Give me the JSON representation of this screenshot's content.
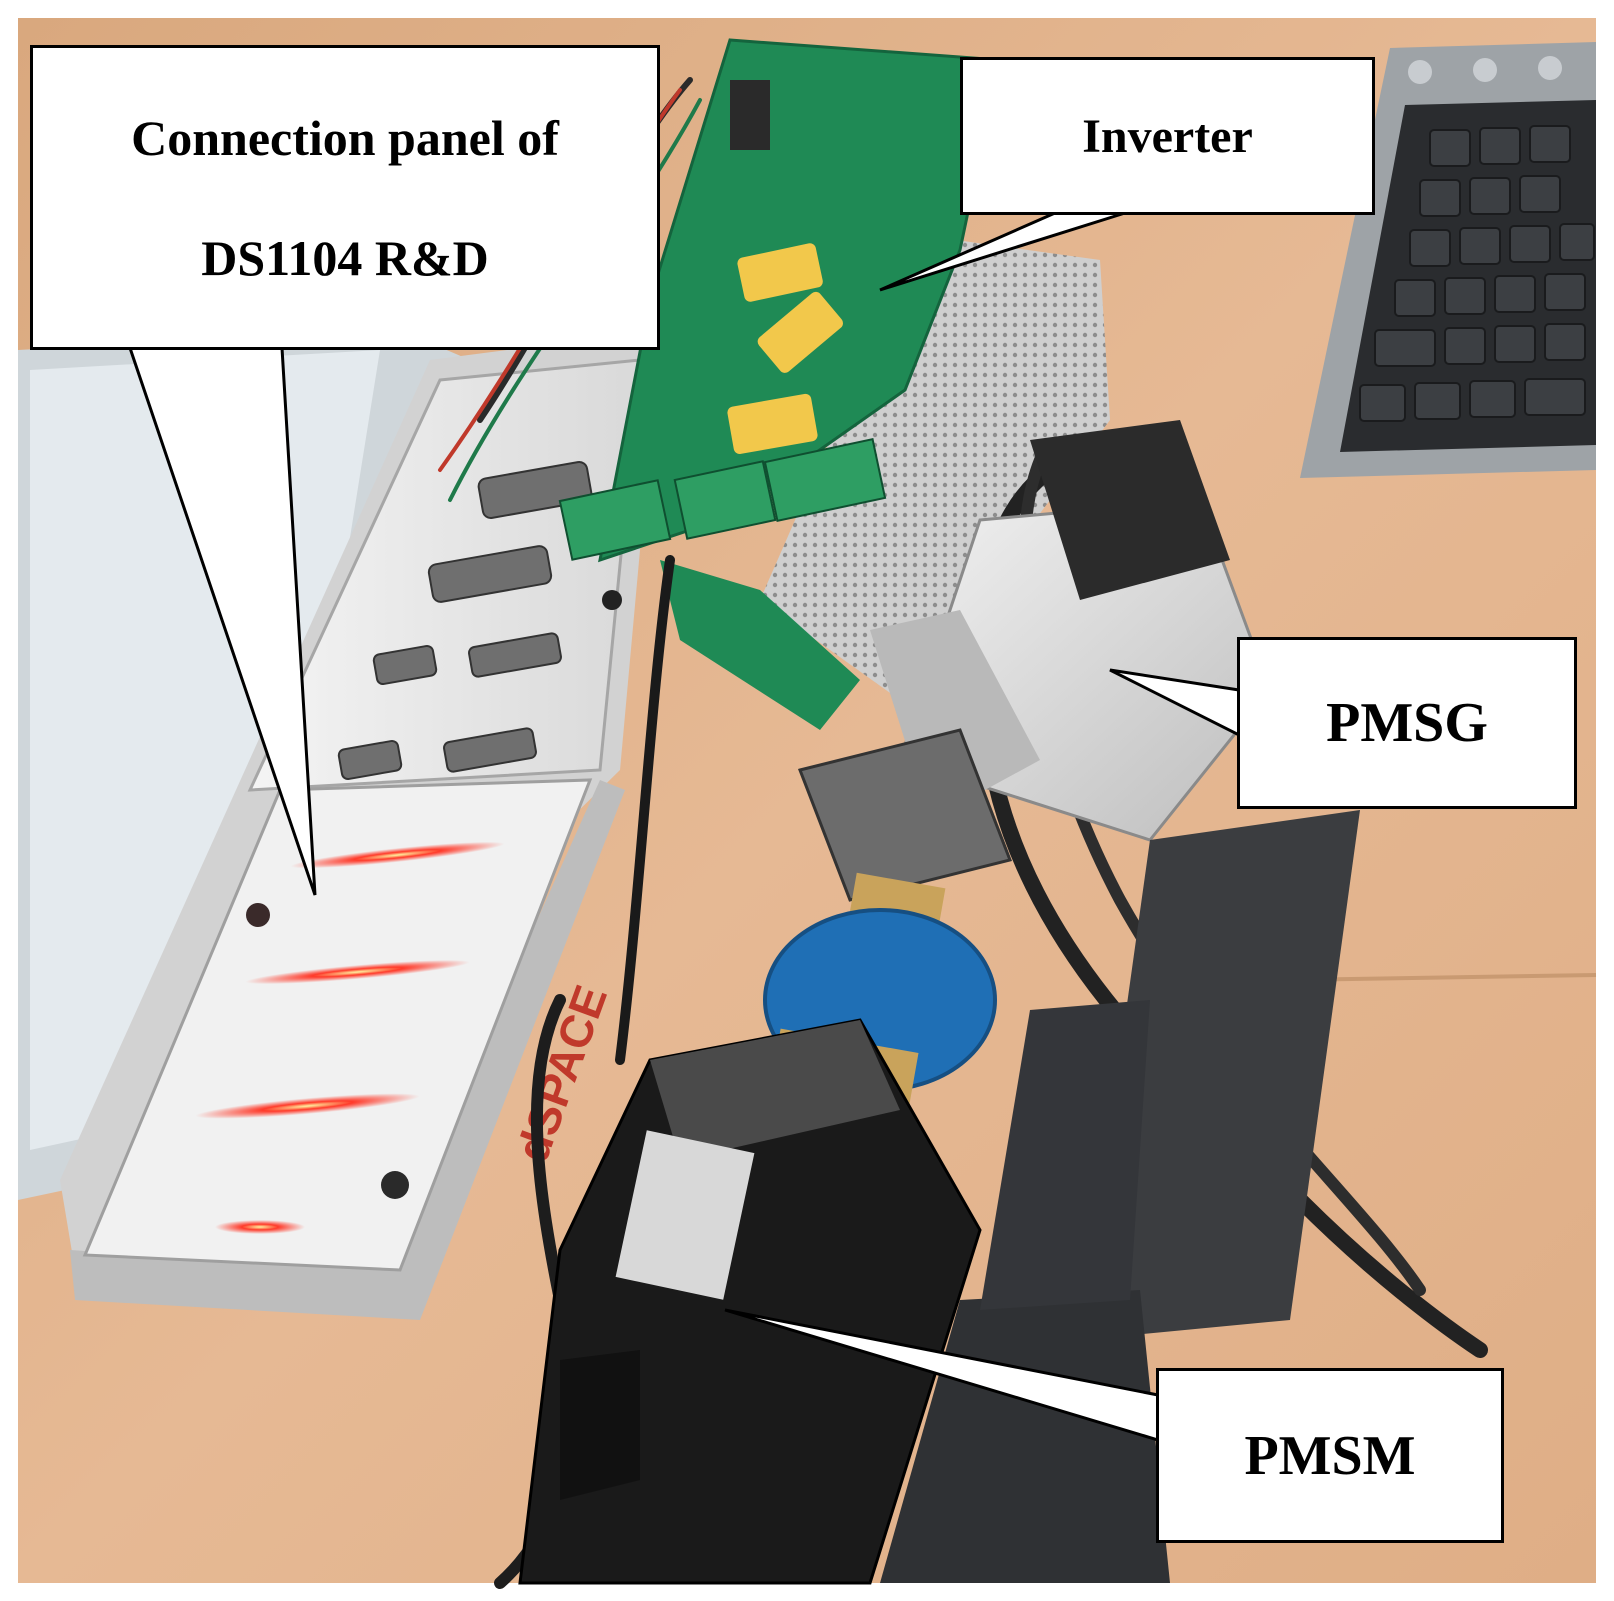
{
  "labels": {
    "connection_panel_line1": "Connection panel of",
    "connection_panel_line2": "DS1104 R&D",
    "inverter": "Inverter",
    "pmsg": "PMSG",
    "pmsm": "PMSM"
  },
  "device_brand_text": "dSPACE",
  "colors": {
    "desk": "#e2b48c",
    "pcb": "#1f8a55",
    "coupling": "#1f6fb5",
    "motor": "#1a1a1a",
    "panel": "#e9e9e9",
    "led": "#ff3a2a"
  }
}
